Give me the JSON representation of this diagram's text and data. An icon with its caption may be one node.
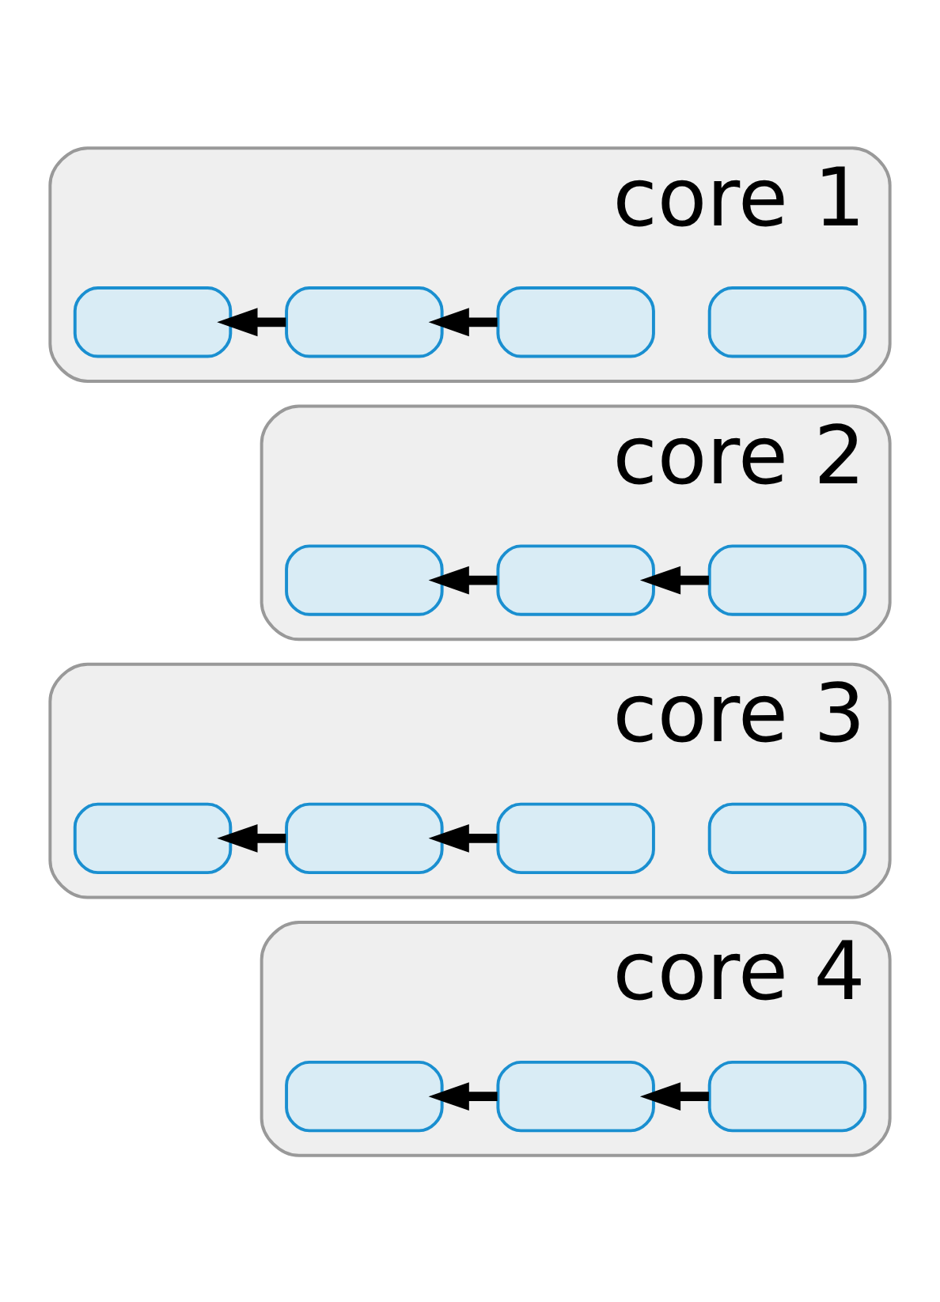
{
  "diagram": {
    "nodes": [
      {
        "text": [
          "core 1"
        ]
      },
      {
        "text": [],
        "shape": "box",
        "in": 0
      },
      {
        "text": [],
        "shape": "box",
        "in": 0
      },
      {
        "text": [],
        "shape": "box",
        "in": 0
      },
      {
        "text": [],
        "shape": "box",
        "in": 0
      },
      {
        "text": [
          "core 2"
        ]
      },
      {
        "text": [],
        "shape": "box",
        "in": 5
      },
      {
        "text": [],
        "shape": "box",
        "in": 5
      },
      {
        "text": [],
        "shape": "box",
        "in": 5
      },
      {
        "text": [
          "core 3"
        ]
      },
      {
        "text": [],
        "shape": "box",
        "in": 9
      },
      {
        "text": [],
        "shape": "box",
        "in": 9
      },
      {
        "text": [],
        "shape": "box",
        "in": 9
      },
      {
        "text": [],
        "shape": "box",
        "in": 9
      },
      {
        "text": [
          "core 4"
        ]
      },
      {
        "text": [],
        "shape": "box",
        "in": 14
      },
      {
        "text": [],
        "shape": "box",
        "in": 14
      },
      {
        "text": [],
        "shape": "box",
        "in": 14
      }
    ],
    "edges": [
      {
        "from": 2,
        "to": 1,
        "arrow": "to"
      },
      {
        "from": 3,
        "to": 2,
        "arrow": "to"
      },
      {
        "from": 7,
        "to": 6,
        "arrow": "to"
      },
      {
        "from": 8,
        "to": 7,
        "arrow": "to"
      },
      {
        "from": 11,
        "to": 10,
        "arrow": "to"
      },
      {
        "from": 12,
        "to": 11,
        "arrow": "to"
      },
      {
        "from": 16,
        "to": 15,
        "arrow": "to"
      },
      {
        "from": 17,
        "to": 16,
        "arrow": "to"
      }
    ]
  }
}
